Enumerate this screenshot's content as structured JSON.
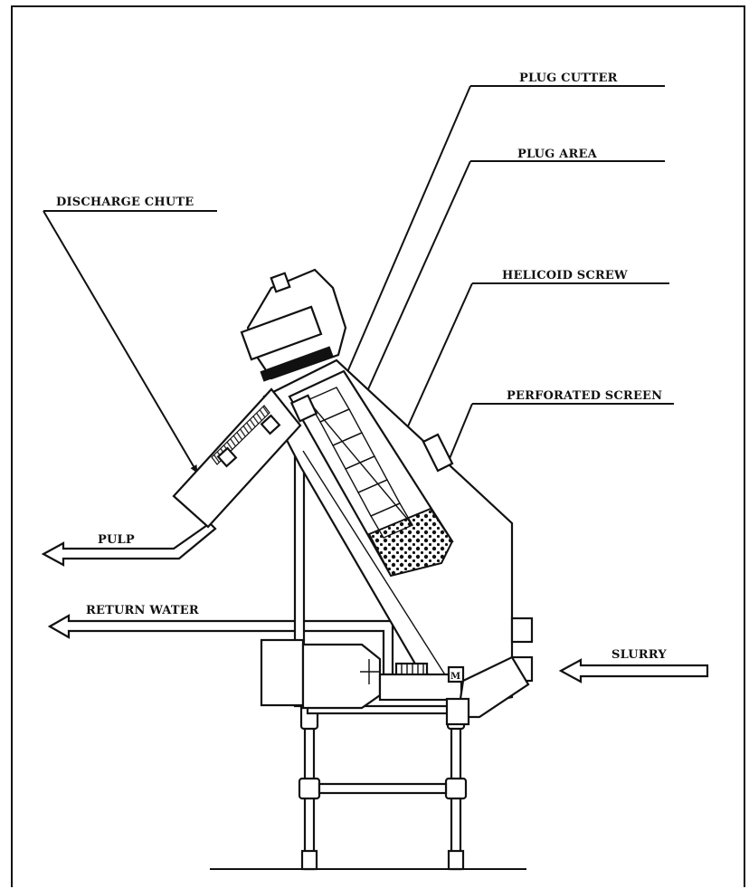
{
  "labels": {
    "plug_cutter": "PLUG CUTTER",
    "plug_area": "PLUG AREA",
    "helicoid_screw": "HELICOID SCREW",
    "perforated_screen": "PERFORATED SCREEN",
    "discharge_chute": "DISCHARGE CHUTE",
    "pulp": "PULP",
    "return_water": "RETURN WATER",
    "slurry": "SLURRY",
    "motor_mark": "M"
  }
}
